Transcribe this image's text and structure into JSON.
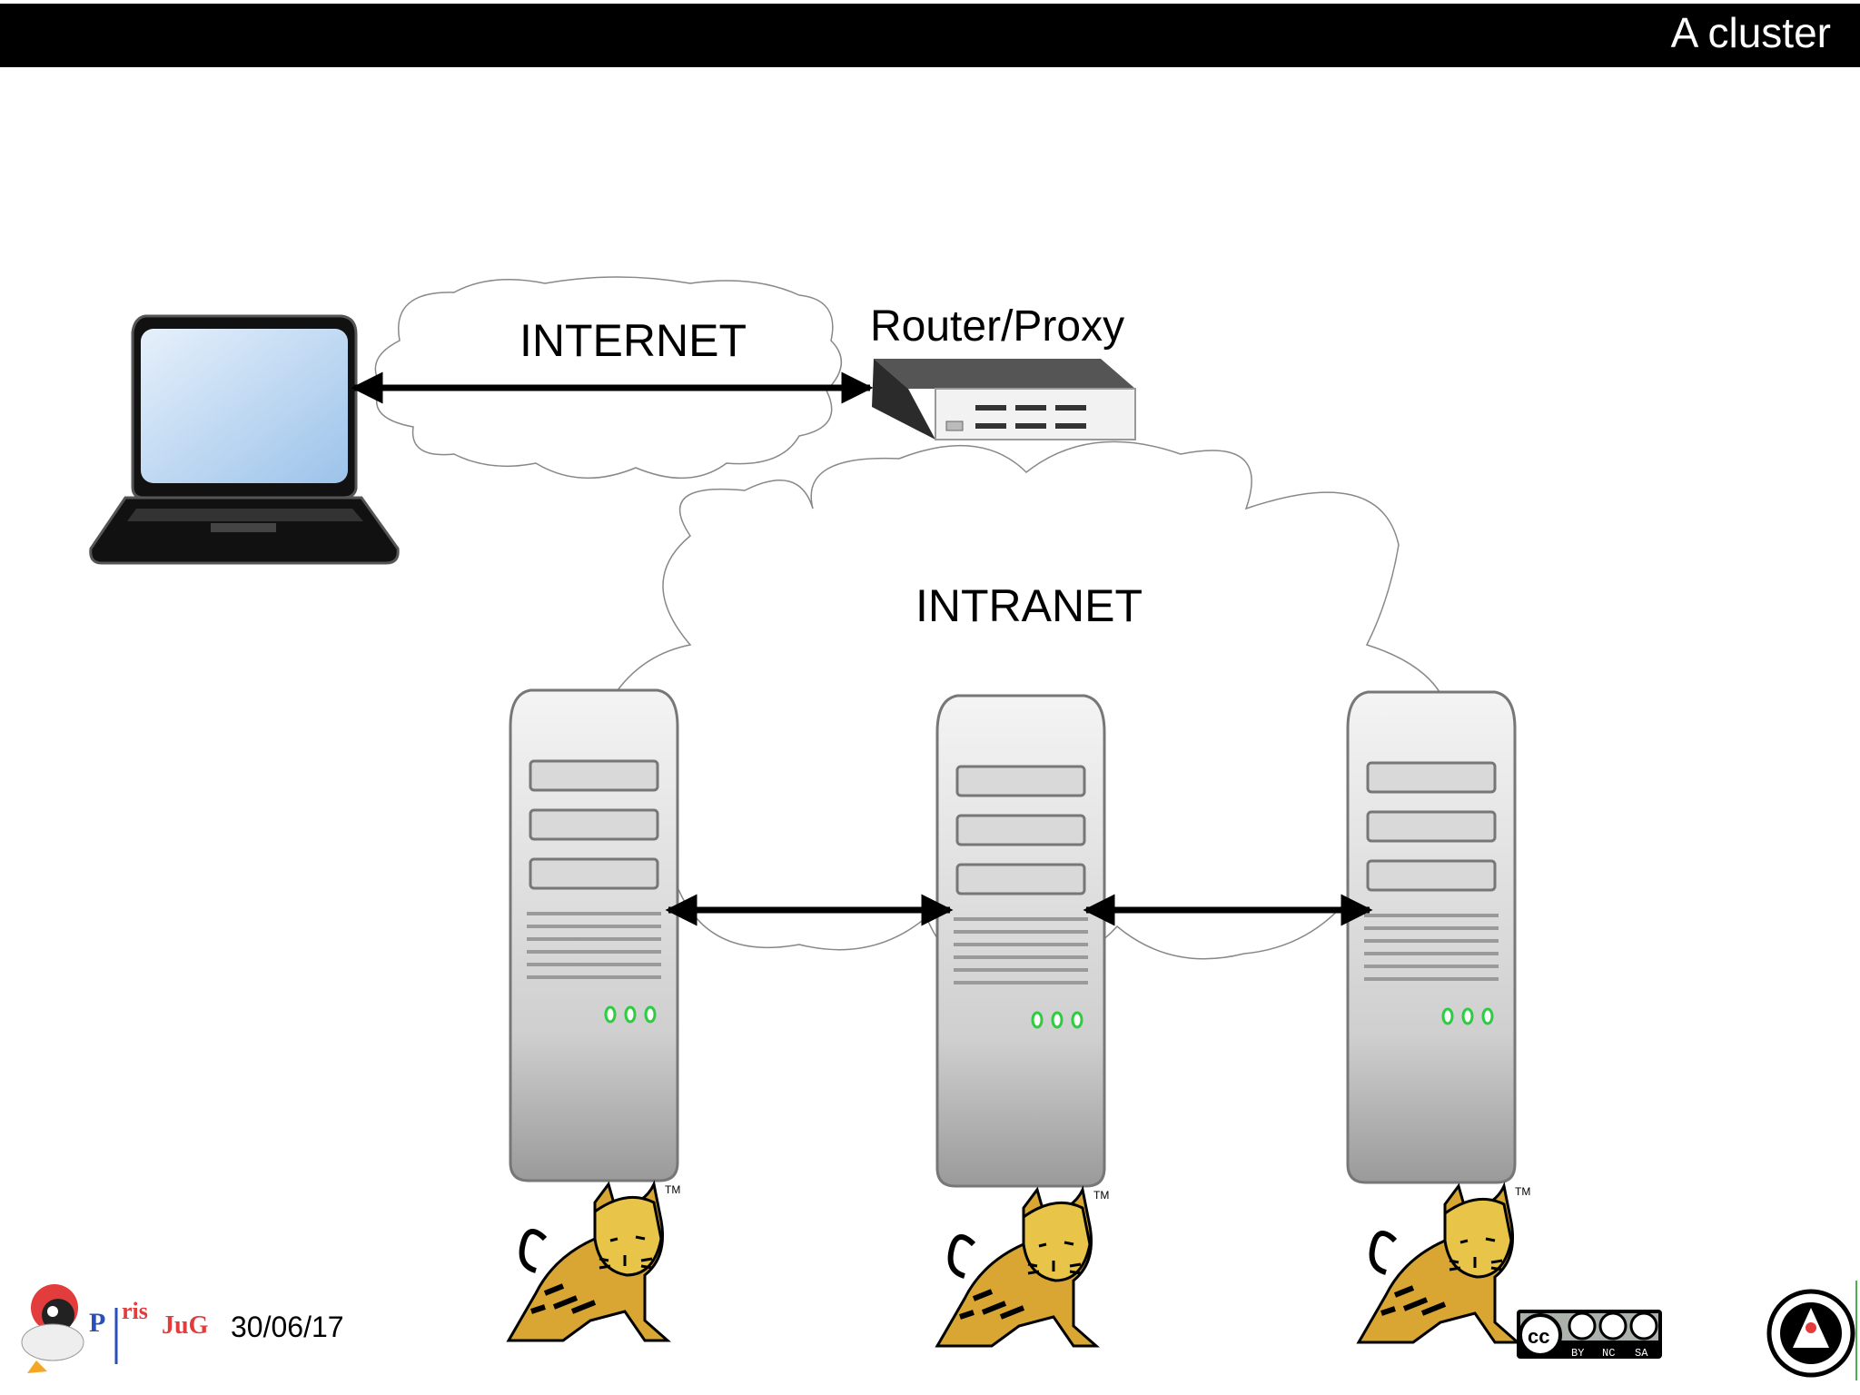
{
  "slide": {
    "title": "A cluster",
    "date": "30/06/17"
  },
  "diagram": {
    "nodes": {
      "internet": "INTERNET",
      "intranet": "INTRANET",
      "router": "Router/Proxy"
    },
    "icons": {
      "client": "laptop-icon",
      "router": "network-switch-icon",
      "server": "server-tower-icon",
      "tomcat": "tomcat-logo",
      "license": "cc-by-nc-sa-badge",
      "jug": "java-user-group-logo",
      "parisjug": "parisjug-logo"
    },
    "license_text": [
      "BY",
      "NC",
      "SA"
    ],
    "colors": {
      "title_bar": "#000000",
      "server_led": "#2ecc40",
      "tomcat_yellow": "#e8c448"
    }
  }
}
